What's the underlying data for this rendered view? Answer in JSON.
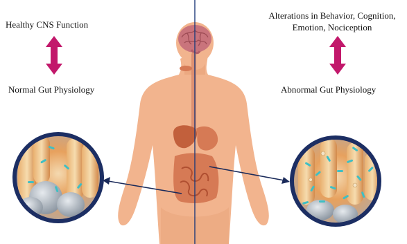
{
  "left": {
    "top_label": "Healthy CNS Function",
    "bottom_label": "Normal Gut Physiology"
  },
  "right": {
    "top_label_line1": "Alterations in Behavior, Cognition,",
    "top_label_line2": "Emotion, Nociception",
    "bottom_label": "Abnormal Gut Physiology"
  },
  "colors": {
    "skin": "#f2b48e",
    "skin_shadow": "#e59d73",
    "brain": "#c9747c",
    "gut": "#d67a55",
    "stomach": "#c2603c",
    "double_arrow": "#c2186b",
    "divider_line": "#1f3b7a",
    "pointer_arrow": "#1a2a5a",
    "circle_ring": "#1c2e63",
    "bacteria": "#3fbfc4"
  },
  "icons": {
    "left_double_arrow": "double-arrow-vertical",
    "right_double_arrow": "double-arrow-vertical",
    "brain": "brain-icon",
    "gut": "intestine-icon"
  }
}
